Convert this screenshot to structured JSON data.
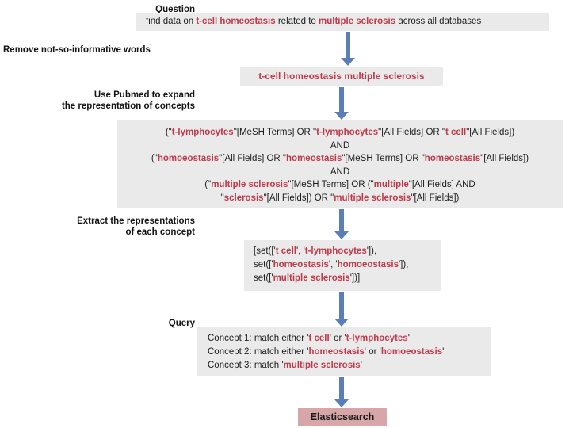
{
  "diagram": {
    "title": "Query expansion pipeline",
    "accent_red": "#c0394b",
    "box_grey": "#eaeaea",
    "arrow_blue": "#5b7fb4",
    "elastic_pink": "#d6a6a8"
  },
  "labels": {
    "question": "Question",
    "remove": "Remove not-so-informative words",
    "pubmed": "Use Pubmed to expand\nthe representation of concepts",
    "extract": "Extract the representations\nof each concept",
    "query": "Query"
  },
  "boxes": {
    "question": {
      "runs": [
        {
          "text": "find data on ",
          "style": "plain"
        },
        {
          "text": "t-cell homeostasis",
          "style": "kw"
        },
        {
          "text": " related to ",
          "style": "plain"
        },
        {
          "text": "multiple sclerosis",
          "style": "kw"
        },
        {
          "text": " across all databases",
          "style": "plain"
        }
      ]
    },
    "keywords": {
      "text": "t-cell homeostasis multiple sclerosis"
    },
    "pubmed": {
      "lines": [
        [
          {
            "text": "(\"",
            "style": "plain"
          },
          {
            "text": "t-lymphocytes",
            "style": "kw"
          },
          {
            "text": "\"[MeSH Terms] OR \"",
            "style": "plain"
          },
          {
            "text": "t-lymphocytes",
            "style": "kw"
          },
          {
            "text": "\"[All Fields] OR \"",
            "style": "plain"
          },
          {
            "text": "t cell",
            "style": "kw"
          },
          {
            "text": "\"[All Fields])",
            "style": "plain"
          }
        ],
        [
          {
            "text": "AND",
            "style": "plain"
          }
        ],
        [
          {
            "text": "(\"",
            "style": "plain"
          },
          {
            "text": "homoeostasis",
            "style": "kw"
          },
          {
            "text": "\"[All Fields] OR \"",
            "style": "plain"
          },
          {
            "text": "homeostasis",
            "style": "kw"
          },
          {
            "text": "\"[MeSH Terms] OR \"",
            "style": "plain"
          },
          {
            "text": "homeostasis",
            "style": "kw"
          },
          {
            "text": "\"[All Fields])",
            "style": "plain"
          }
        ],
        [
          {
            "text": "AND",
            "style": "plain"
          }
        ],
        [
          {
            "text": "(\"",
            "style": "plain"
          },
          {
            "text": "multiple sclerosis",
            "style": "kw"
          },
          {
            "text": "\"[MeSH Terms] OR (\"",
            "style": "plain"
          },
          {
            "text": "multiple",
            "style": "kw"
          },
          {
            "text": "\"[All Fields] AND",
            "style": "plain"
          }
        ],
        [
          {
            "text": "\"",
            "style": "plain"
          },
          {
            "text": "sclerosis",
            "style": "kw"
          },
          {
            "text": "\"[All Fields]) OR \"",
            "style": "plain"
          },
          {
            "text": "multiple sclerosis",
            "style": "kw"
          },
          {
            "text": "\"[All Fields])",
            "style": "plain"
          }
        ]
      ]
    },
    "sets": {
      "lines": [
        [
          {
            "text": "[set(['",
            "style": "plain"
          },
          {
            "text": "t cell",
            "style": "kw"
          },
          {
            "text": "', '",
            "style": "plain"
          },
          {
            "text": "t-lymphocytes",
            "style": "kw"
          },
          {
            "text": "']),",
            "style": "plain"
          }
        ],
        [
          {
            "text": " set(['",
            "style": "plain"
          },
          {
            "text": "homeostasis",
            "style": "kw"
          },
          {
            "text": "', '",
            "style": "plain"
          },
          {
            "text": "homoeostasis",
            "style": "kw"
          },
          {
            "text": "']),",
            "style": "plain"
          }
        ],
        [
          {
            "text": " set(['",
            "style": "plain"
          },
          {
            "text": "multiple sclerosis",
            "style": "kw"
          },
          {
            "text": "'])]",
            "style": "plain"
          }
        ]
      ]
    },
    "query": {
      "lines": [
        [
          {
            "text": "Concept 1: match either '",
            "style": "plain"
          },
          {
            "text": "t cell",
            "style": "kw"
          },
          {
            "text": "' or '",
            "style": "plain"
          },
          {
            "text": "t-lymphocytes",
            "style": "kw"
          },
          {
            "text": "'",
            "style": "plain"
          }
        ],
        [
          {
            "text": "Concept 2: match either '",
            "style": "plain"
          },
          {
            "text": "homeostasis",
            "style": "kw"
          },
          {
            "text": "' or '",
            "style": "plain"
          },
          {
            "text": "homoeostasis",
            "style": "kw"
          },
          {
            "text": "'",
            "style": "plain"
          }
        ],
        [
          {
            "text": "Concept 3: match '",
            "style": "plain"
          },
          {
            "text": "multiple sclerosis",
            "style": "kw"
          },
          {
            "text": "'",
            "style": "plain"
          }
        ]
      ]
    },
    "elastic": {
      "text": "Elasticsearch"
    }
  },
  "arrows": [
    {
      "name": "arrow-question-to-keywords"
    },
    {
      "name": "arrow-keywords-to-pubmed"
    },
    {
      "name": "arrow-pubmed-to-sets"
    },
    {
      "name": "arrow-sets-to-query"
    },
    {
      "name": "arrow-query-to-elasticsearch"
    }
  ]
}
